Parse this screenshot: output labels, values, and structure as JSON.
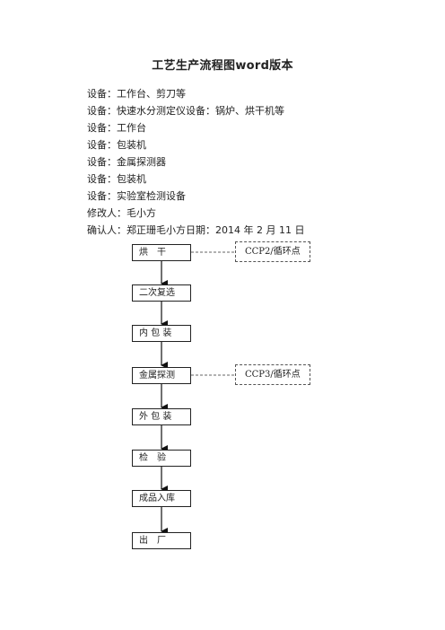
{
  "document": {
    "title": "工艺生产流程图word版本",
    "lines": [
      "设备：工作台、剪刀等",
      "设备：快速水分测定仪设备：锅炉、烘干机等",
      "设备：工作台",
      "设备：包装机",
      "设备：金属探测器",
      "设备：包装机",
      "设备：实验室检测设备",
      "修改人：毛小方",
      "确认人：郑正珊毛小方日期：2014 年 2 月 11 日"
    ]
  },
  "flowchart": {
    "steps": [
      "烘　干",
      "二次复选",
      "内 包 装",
      "金属探测",
      "外 包 装",
      "检　验",
      "成品入库",
      "出　厂"
    ],
    "ccp_notes": [
      {
        "label": "CCP2/循环点",
        "step": "烘　干"
      },
      {
        "label": "CCP3/循环点",
        "step": "金属探测"
      }
    ]
  }
}
